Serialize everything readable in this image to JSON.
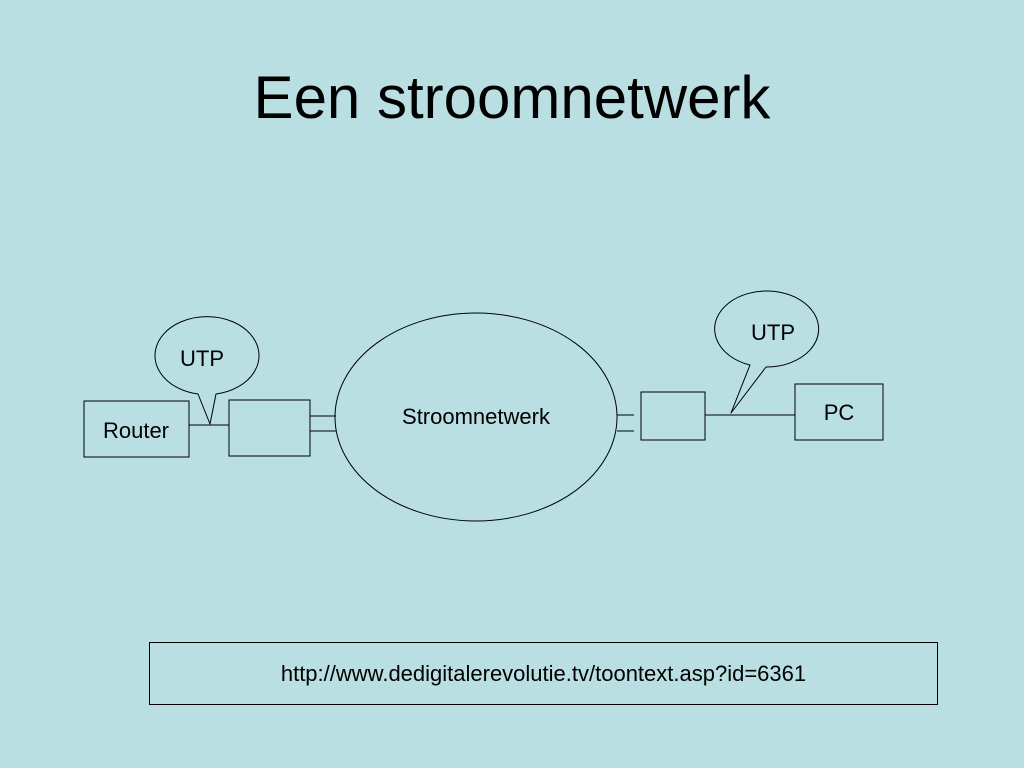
{
  "slide": {
    "title": "Een stroomnetwerk"
  },
  "diagram": {
    "router_label": "Router",
    "network_label": "Stroomnetwerk",
    "pc_label": "PC",
    "callout_left_label": "UTP",
    "callout_right_label": "UTP"
  },
  "source": {
    "url": "http://www.dedigitalerevolutie.tv/toontext.asp?id=6361"
  },
  "colors": {
    "background": "#b9dfe3",
    "line": "#000000"
  }
}
